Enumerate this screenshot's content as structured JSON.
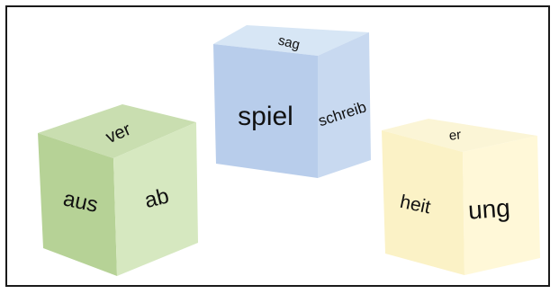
{
  "colors": {
    "frame_border": "#1a1a1a",
    "green_top": "#c9deb0",
    "green_left": "#b6d296",
    "green_right": "#d6e8c0",
    "blue_top": "#d7e6f5",
    "blue_front": "#b8cdeb",
    "blue_right": "#c8d9f0",
    "yellow_top": "#fbf5d6",
    "yellow_left": "#fbf2c6",
    "yellow_right": "#fff8d8"
  },
  "cubes": {
    "green": {
      "top_label": "ver",
      "left_label": "aus",
      "right_label": "ab"
    },
    "blue": {
      "top_label": "sag",
      "front_label": "spiel",
      "right_label": "schreib"
    },
    "yellow": {
      "top_label": "er",
      "left_label": "heit",
      "right_label": "ung"
    }
  }
}
